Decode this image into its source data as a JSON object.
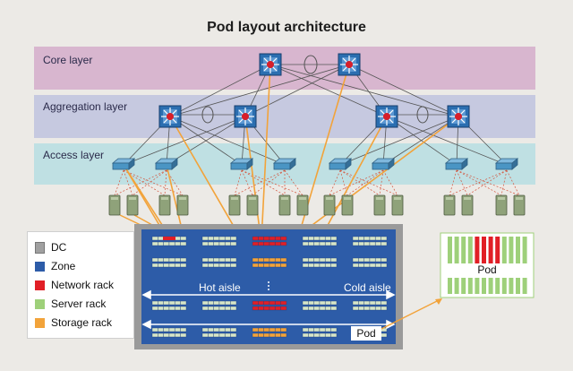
{
  "title": "Pod layout architecture",
  "layers": {
    "core": "Core layer",
    "aggregation": "Aggregation layer",
    "access": "Access layer"
  },
  "colors": {
    "core_band": "#d8b6cf",
    "aggregation_band": "#c6c9e0",
    "access_band": "#bfe0e3",
    "router": "#2b6eb0",
    "router_center": "#d81f2a",
    "switch": "#4a95c4",
    "zone": "#2d5ca8",
    "network_rack": "#e11f26",
    "server_rack": "#9ed07a",
    "storage_rack": "#f2a33a",
    "dc": "#9a9a9a",
    "orange_link": "#f2a33a"
  },
  "legend": {
    "items": [
      {
        "label": "DC",
        "color": "#a0a0a0"
      },
      {
        "label": "Zone",
        "color": "#2d5ca8"
      },
      {
        "label": "Network rack",
        "color": "#e11f26"
      },
      {
        "label": "Server rack",
        "color": "#9ed07a"
      },
      {
        "label": "Storage rack",
        "color": "#f2a33a"
      }
    ]
  },
  "aisles": {
    "hot": "Hot aisle",
    "cold": "Cold aisle"
  },
  "pod_tag": "Pod",
  "pod_detail_label": "Pod"
}
